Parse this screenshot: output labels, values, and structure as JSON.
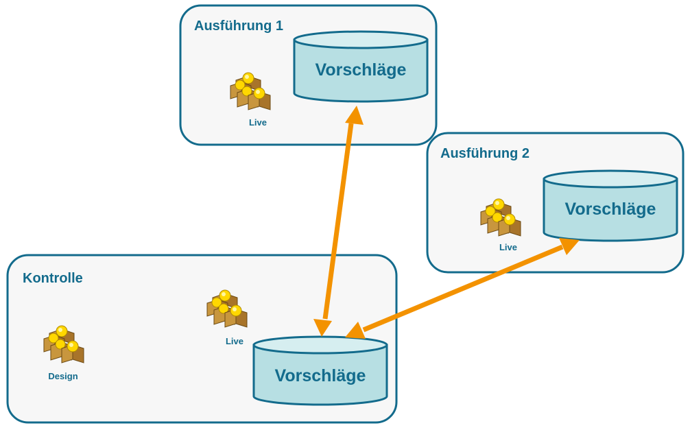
{
  "diagram": {
    "colors": {
      "border": "#136b8c",
      "text": "#136b8c",
      "box_fill": "#f7f7f7",
      "cylinder_fill": "#b7dfe3",
      "arrow": "#f39200",
      "package_box": "#c8963e",
      "package_ball": "#ffd700"
    },
    "groups": [
      {
        "id": "ausfuehrung1",
        "title": "Ausführung 1",
        "database": "Vorschläge",
        "packages": [
          {
            "label": "Live",
            "icon": "package-boxes-icon"
          }
        ]
      },
      {
        "id": "ausfuehrung2",
        "title": "Ausführung 2",
        "database": "Vorschläge",
        "packages": [
          {
            "label": "Live",
            "icon": "package-boxes-icon"
          }
        ]
      },
      {
        "id": "kontrolle",
        "title": "Kontrolle",
        "database": "Vorschläge",
        "packages": [
          {
            "label": "Design",
            "icon": "package-boxes-icon"
          },
          {
            "label": "Live",
            "icon": "package-boxes-icon"
          }
        ]
      }
    ],
    "connections": [
      {
        "from": "kontrolle",
        "to": "ausfuehrung1",
        "type": "bidirectional"
      },
      {
        "from": "kontrolle",
        "to": "ausfuehrung2",
        "type": "bidirectional"
      }
    ]
  }
}
